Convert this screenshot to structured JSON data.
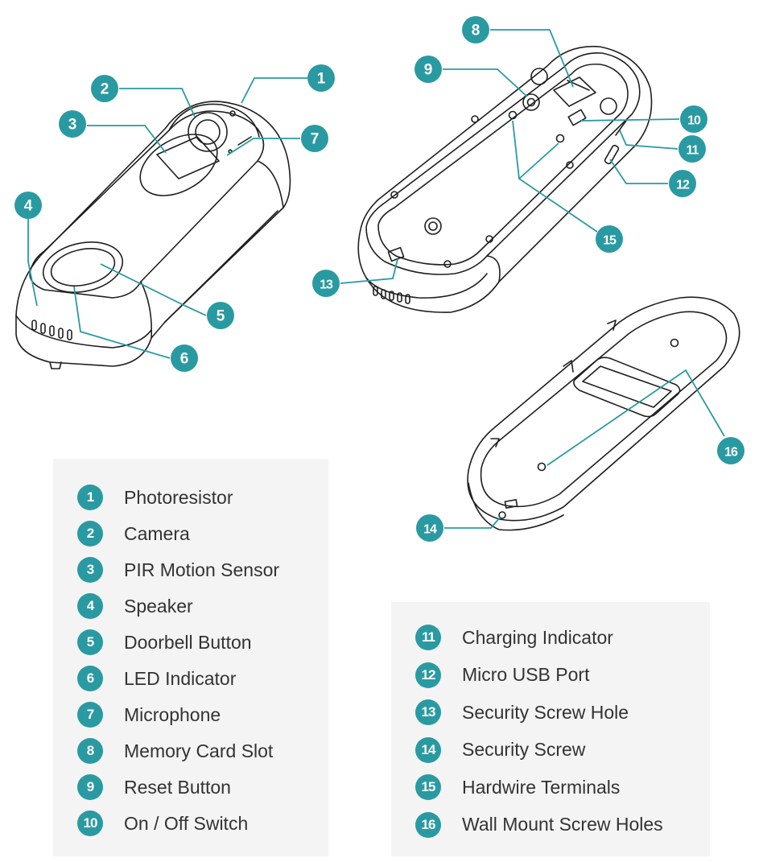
{
  "colors": {
    "accent": "#2a9aa2",
    "line": "#1f1f1f",
    "label_text": "#333333",
    "panel": "#f4f4f4"
  },
  "callouts": [
    {
      "num": "1"
    },
    {
      "num": "2"
    },
    {
      "num": "3"
    },
    {
      "num": "4"
    },
    {
      "num": "5"
    },
    {
      "num": "6"
    },
    {
      "num": "7"
    },
    {
      "num": "8"
    },
    {
      "num": "9"
    },
    {
      "num": "10"
    },
    {
      "num": "11"
    },
    {
      "num": "12"
    },
    {
      "num": "13"
    },
    {
      "num": "14"
    },
    {
      "num": "15"
    },
    {
      "num": "16"
    }
  ],
  "legend_left": [
    {
      "num": "1",
      "label": "Photoresistor"
    },
    {
      "num": "2",
      "label": "Camera"
    },
    {
      "num": "3",
      "label": "PIR Motion Sensor"
    },
    {
      "num": "4",
      "label": "Speaker"
    },
    {
      "num": "5",
      "label": "Doorbell Button"
    },
    {
      "num": "6",
      "label": "LED Indicator"
    },
    {
      "num": "7",
      "label": "Microphone"
    },
    {
      "num": "8",
      "label": "Memory Card Slot"
    },
    {
      "num": "9",
      "label": "Reset Button"
    },
    {
      "num": "10",
      "label": "On / Off Switch"
    }
  ],
  "legend_right": [
    {
      "num": "11",
      "label": "Charging Indicator"
    },
    {
      "num": "12",
      "label": "Micro USB Port"
    },
    {
      "num": "13",
      "label": "Security Screw Hole"
    },
    {
      "num": "14",
      "label": "Security Screw"
    },
    {
      "num": "15",
      "label": "Hardwire Terminals"
    },
    {
      "num": "16",
      "label": "Wall Mount Screw Holes"
    }
  ]
}
